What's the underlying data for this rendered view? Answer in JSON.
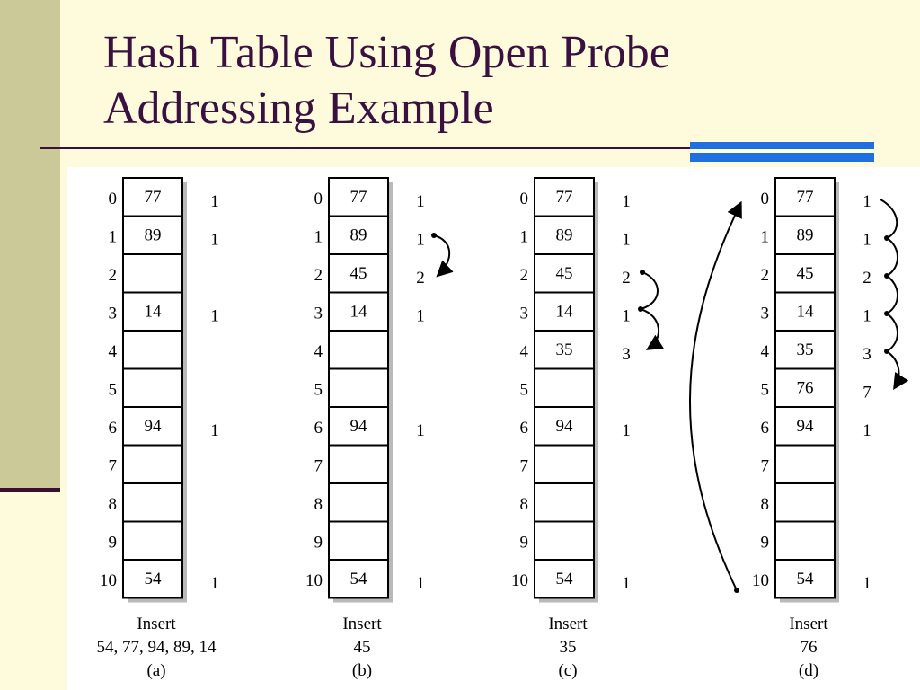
{
  "slide": {
    "title_line1": "Hash Table Using Open Probe",
    "title_line2": "Addressing Example"
  },
  "indices": [
    "0",
    "1",
    "2",
    "3",
    "4",
    "5",
    "6",
    "7",
    "8",
    "9",
    "10"
  ],
  "tables": [
    {
      "id": "a",
      "cells": [
        "77",
        "89",
        "",
        "14",
        "",
        "",
        "94",
        "",
        "",
        "",
        "54"
      ],
      "probes": [
        "1",
        "1",
        "",
        "1",
        "",
        "",
        "1",
        "",
        "",
        "",
        "1"
      ],
      "caption": [
        "Insert",
        "54, 77, 94, 89, 14",
        "(a)"
      ]
    },
    {
      "id": "b",
      "cells": [
        "77",
        "89",
        "45",
        "14",
        "",
        "",
        "94",
        "",
        "",
        "",
        "54"
      ],
      "probes": [
        "1",
        "1",
        "2",
        "1",
        "",
        "",
        "1",
        "",
        "",
        "",
        "1"
      ],
      "caption": [
        "Insert",
        "45",
        "(b)"
      ]
    },
    {
      "id": "c",
      "cells": [
        "77",
        "89",
        "45",
        "14",
        "35",
        "",
        "94",
        "",
        "",
        "",
        "54"
      ],
      "probes": [
        "1",
        "1",
        "2",
        "1",
        "3",
        "",
        "1",
        "",
        "",
        "",
        "1"
      ],
      "caption": [
        "Insert",
        "35",
        "(c)"
      ]
    },
    {
      "id": "d",
      "cells": [
        "77",
        "89",
        "45",
        "14",
        "35",
        "76",
        "94",
        "",
        "",
        "",
        "54"
      ],
      "probes": [
        "1",
        "1",
        "2",
        "1",
        "3",
        "7",
        "1",
        "",
        "",
        "",
        "1"
      ],
      "caption": [
        "Insert",
        "76",
        "(d)"
      ]
    }
  ]
}
